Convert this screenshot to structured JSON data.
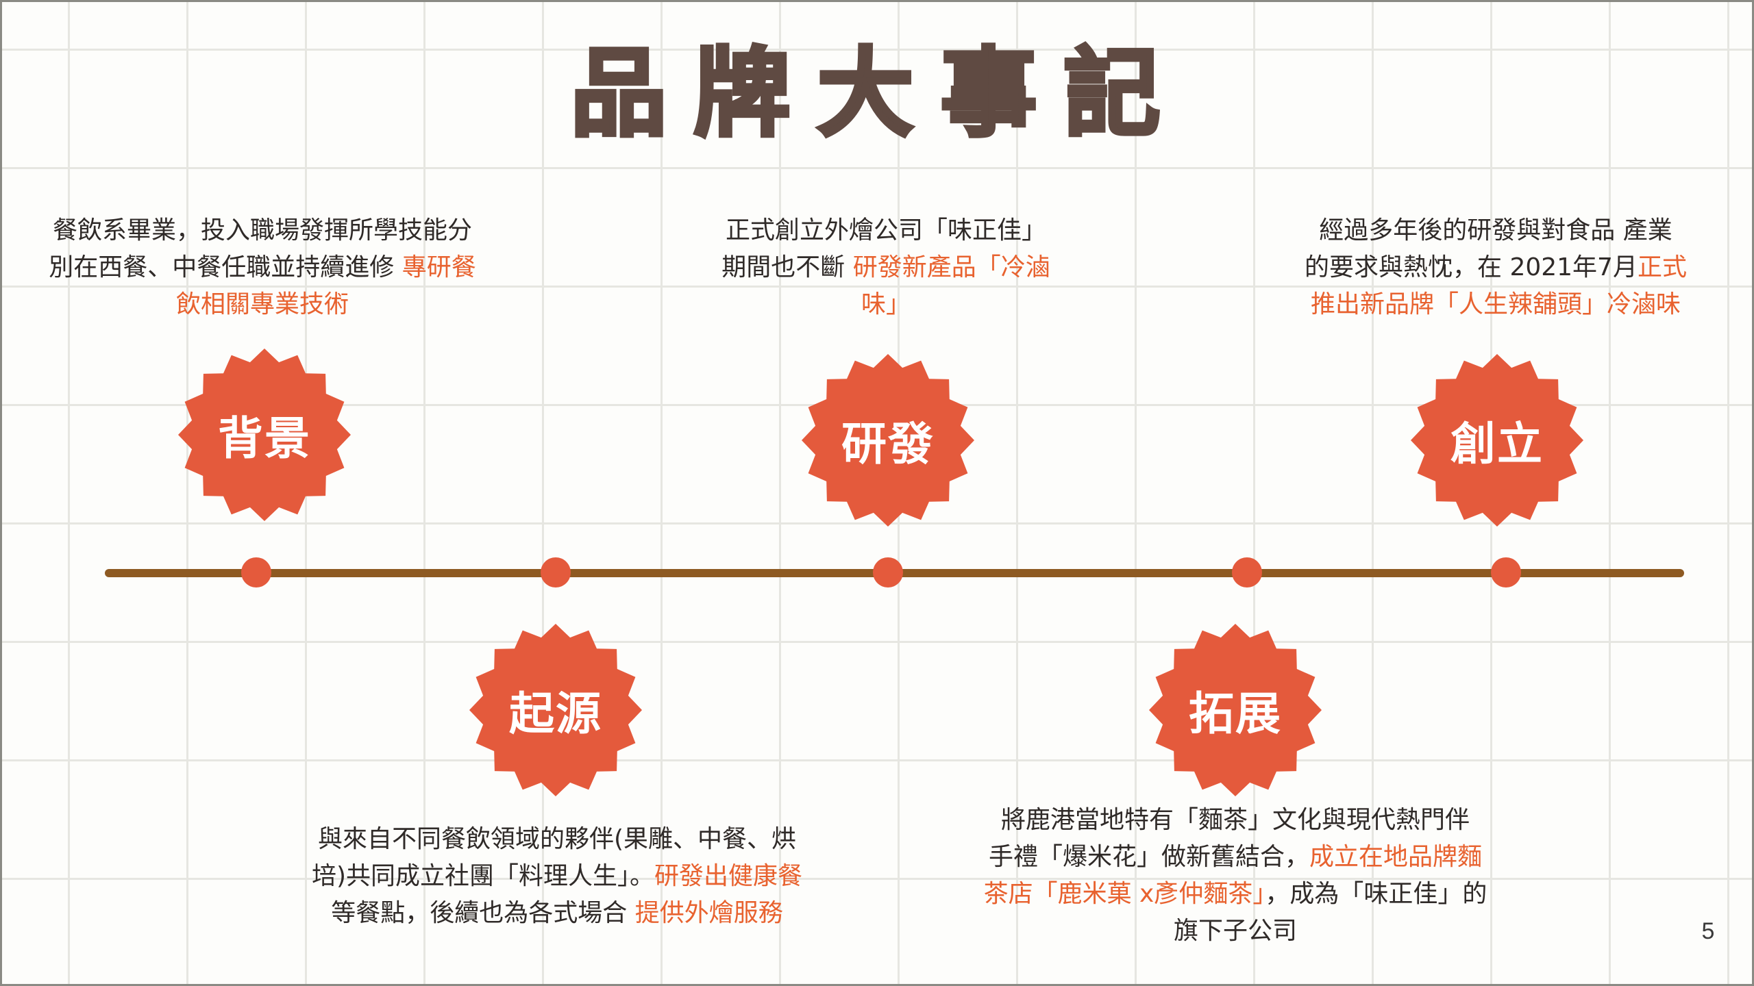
{
  "title": "品牌大事記",
  "page_number": "5",
  "colors": {
    "accent": "#e45a3c",
    "highlight": "#e8622f",
    "title": "#5f4a42",
    "timeline": "#8e5a22"
  },
  "milestones": [
    {
      "badge": "背景",
      "text": [
        "餐飲系畢業，投入職場發揮所學技能分",
        "別在西餐、中餐任職並持續進修 "
      ],
      "highlight": [
        "專研餐",
        "飲相關專業技術"
      ]
    },
    {
      "badge": "起源",
      "text": [
        "與來自不同餐飲領域的夥伴(果雕、中餐、烘",
        "培)共同成立社團「料理人生」。",
        "等餐點，後續也為各式場合 "
      ],
      "highlight": [
        "研發出健康餐",
        "提供外燴服務"
      ]
    },
    {
      "badge": "研發",
      "text": [
        "正式創立外燴公司「味正佳」",
        "期間也不斷 "
      ],
      "highlight": [
        "研發新產品「冷滷",
        "味」"
      ]
    },
    {
      "badge": "拓展",
      "text": [
        "將鹿港當地特有「麵茶」文化與現代熱門伴",
        "手禮「爆米花」做新舊結合，",
        "，成為「味正佳」的",
        "旗下子公司"
      ],
      "highlight": [
        "成立在地品牌麵",
        "茶店「鹿米菓 x彥仲麵茶」"
      ]
    },
    {
      "badge": "創立",
      "text": [
        "經過多年後的研發與對食品 產業",
        "的要求與熱忱，在 2021年7月"
      ],
      "highlight": [
        "正式",
        "推出新品牌「人生辣舖頭」冷滷味"
      ]
    }
  ]
}
